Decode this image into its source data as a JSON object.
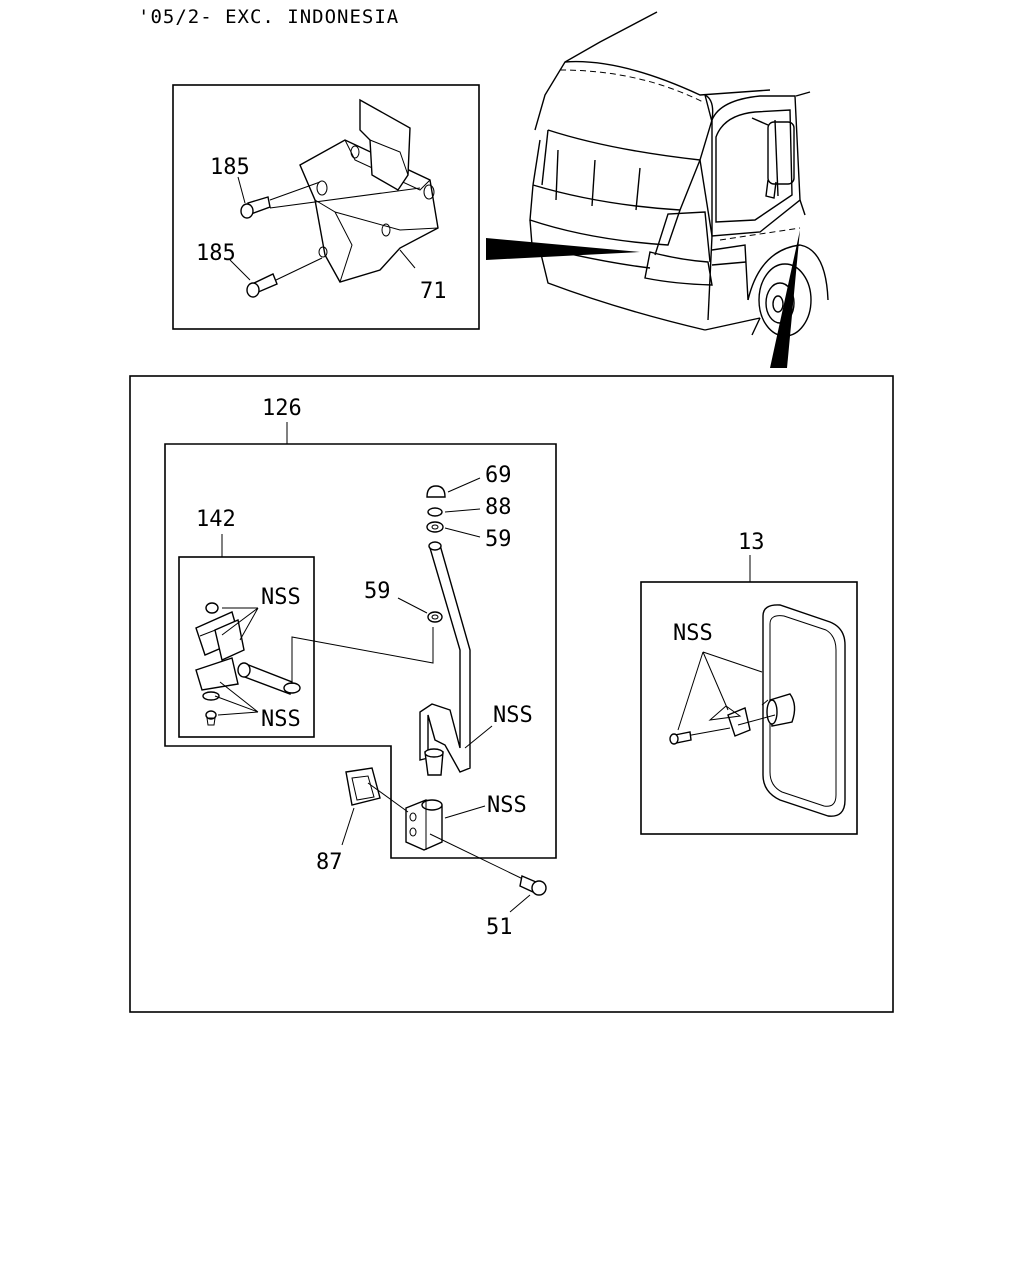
{
  "header": {
    "applicability": "'05/2- EXC. INDONESIA"
  },
  "labels": {
    "bolt_upper": "185",
    "bolt_lower": "185",
    "bracket": "71",
    "mirror_arm_assembly": "126",
    "stay_assembly": "142",
    "nut": "69",
    "washer_88": "88",
    "washer_59_top": "59",
    "washer_59_mid": "59",
    "nss_stay_upper": "NSS",
    "nss_stay_lower": "NSS",
    "nss_arm": "NSS",
    "nss_hinge": "NSS",
    "gasket": "87",
    "bolt_51": "51",
    "mirror": "13",
    "nss_mirror": "NSS"
  }
}
